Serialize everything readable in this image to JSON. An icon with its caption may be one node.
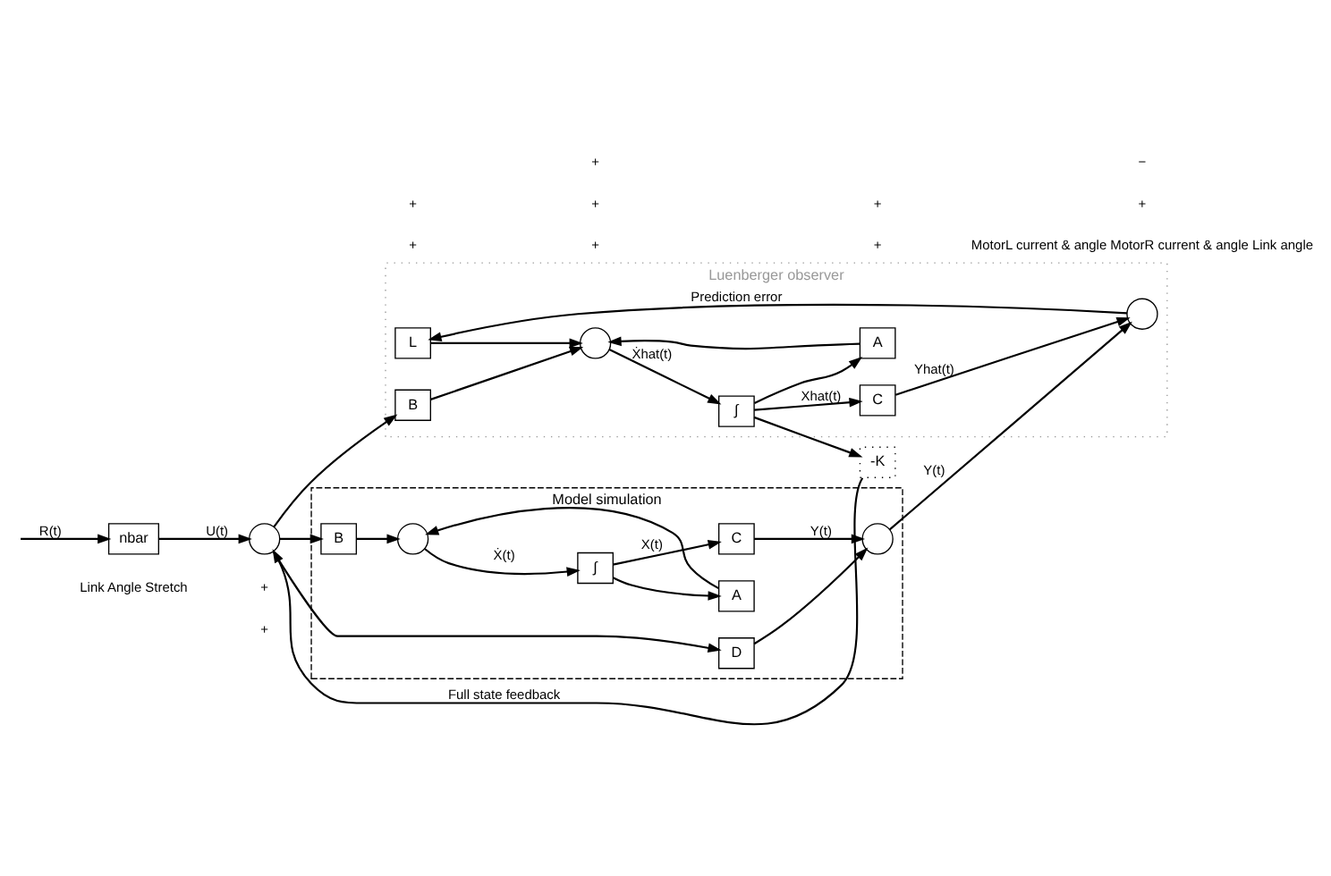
{
  "diagram": {
    "nodes": [
      {
        "text": [
          "Model simulation"
        ]
      },
      {
        "text": [
          "Luenberger observer"
        ]
      },
      {
        "text": [
          "nbar"
        ]
      },
      {
        "text": [],
        "shape": "circle"
      },
      {
        "text": [
          "D"
        ],
        "in": 0
      },
      {
        "text": [
          "B"
        ],
        "in": 0
      },
      {
        "text": [],
        "shape": "circle",
        "in": 0
      },
      {
        "text": [
          "∫"
        ],
        "in": 0
      },
      {
        "text": [
          "C"
        ],
        "in": 0
      },
      {
        "text": [
          "A"
        ],
        "in": 0
      },
      {
        "text": [],
        "shape": "circle",
        "in": 0
      },
      {
        "text": [
          "L"
        ],
        "in": 1
      },
      {
        "text": [],
        "shape": "circle",
        "in": 1
      },
      {
        "text": [
          "B"
        ],
        "in": 1
      },
      {
        "text": [],
        "shape": "circle",
        "in": 1
      },
      {
        "text": [
          "∫"
        ],
        "in": 1
      },
      {
        "text": [
          "C"
        ],
        "in": 1
      },
      {
        "text": [
          "A"
        ],
        "in": 1
      },
      {
        "text": [
          "-K"
        ]
      }
    ],
    "edges": [
      {
        "from": null,
        "to": 2,
        "arrow": "to",
        "label": "R(t)"
      },
      {
        "from": 2,
        "to": 3,
        "arrow": "to",
        "label": "U(t)"
      },
      {
        "from": 3,
        "to": 4,
        "arrow": "to"
      },
      {
        "from": 3,
        "to": 5,
        "arrow": "to"
      },
      {
        "from": 3,
        "to": 13,
        "arrow": "to"
      },
      {
        "from": 5,
        "to": 6,
        "arrow": "to"
      },
      {
        "from": 6,
        "to": 7,
        "arrow": "to",
        "label": "Ẋ(t)"
      },
      {
        "from": 7,
        "to": 8,
        "arrow": "to",
        "label": "X(t)"
      },
      {
        "from": 7,
        "to": 9,
        "arrow": "to"
      },
      {
        "from": 9,
        "to": 6,
        "arrow": "to"
      },
      {
        "from": 4,
        "to": 10,
        "arrow": "to"
      },
      {
        "from": 8,
        "to": 10,
        "arrow": "to",
        "label": "Y(t)"
      },
      {
        "from": 10,
        "to": 12,
        "arrow": "to",
        "label": "Y(t)"
      },
      {
        "from": 12,
        "to": 11,
        "arrow": "to",
        "label": "Prediction error"
      },
      {
        "from": 11,
        "to": 14,
        "arrow": "to"
      },
      {
        "from": 13,
        "to": 14,
        "arrow": "to"
      },
      {
        "from": 14,
        "to": 15,
        "arrow": "to",
        "label": "Ẋhat(t)"
      },
      {
        "from": 15,
        "to": 16,
        "arrow": "to",
        "label": "Xhat(t)"
      },
      {
        "from": 15,
        "to": 17,
        "arrow": "to"
      },
      {
        "from": 17,
        "to": 14,
        "arrow": "to"
      },
      {
        "from": 16,
        "to": 12,
        "arrow": "to",
        "label": "Yhat(t)"
      },
      {
        "from": 15,
        "to": 18,
        "arrow": "to"
      },
      {
        "from": 18,
        "to": 3,
        "arrow": "to",
        "label": "Full state feedback"
      }
    ],
    "labels": [
      "+",
      "+",
      "+",
      "+",
      "+",
      "+",
      "Link Angle Stretch",
      "MotorL current & angle MotorR current & angle Link angle",
      "+",
      "+",
      "−",
      "+",
      "+"
    ]
  }
}
